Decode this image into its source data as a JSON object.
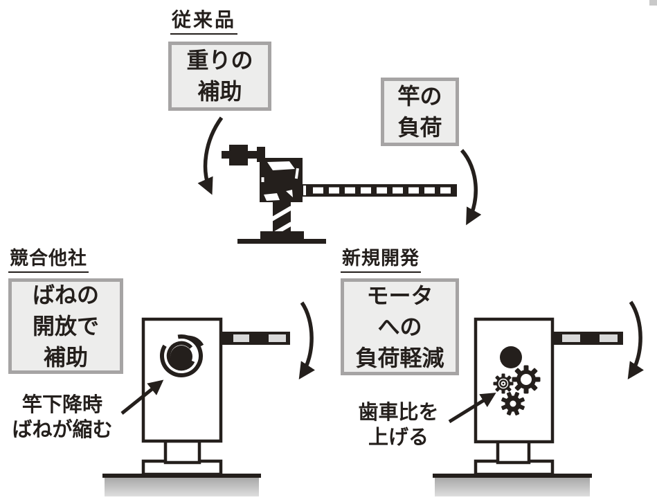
{
  "palette": {
    "ink": "#241f1c",
    "callout_bg": "#ededec",
    "callout_border": "#a6a4a4",
    "boom_stripe": "#d9d9d9",
    "ground_top": "#a8a8a8",
    "ground_bottom": "#dedede",
    "corner_artifact": "#c9c9c9"
  },
  "sections": {
    "conventional": {
      "heading": "従来品",
      "weight_callout_lines": [
        "重りの",
        "補助"
      ],
      "load_callout_lines": [
        "竿の",
        "負荷"
      ]
    },
    "competitor": {
      "heading": "競合他社",
      "callout_lines": [
        "ばねの",
        "開放で",
        "補助"
      ],
      "annotation_lines": [
        "竿下降時",
        "ばねが縮む"
      ]
    },
    "new_development": {
      "heading": "新規開発",
      "callout_lines": [
        "モータ",
        "への",
        "負荷軽減"
      ],
      "annotation_lines": [
        "歯車比を",
        "上げる"
      ]
    }
  }
}
